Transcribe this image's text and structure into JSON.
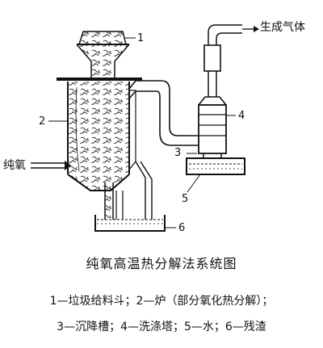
{
  "labels": {
    "output": "生成气体",
    "oxygen": "纯氧",
    "n1": "1",
    "n2": "2",
    "n3": "3",
    "n4": "4",
    "n5": "5",
    "n6": "6"
  },
  "title": "纯氧高温热分解法系统图",
  "legend": {
    "line1": "1—垃圾给料斗；2—炉（部分氧化热分解）；",
    "line2": "3—沉降槽；4—洗涤塔；5—水；6—残渣"
  }
}
